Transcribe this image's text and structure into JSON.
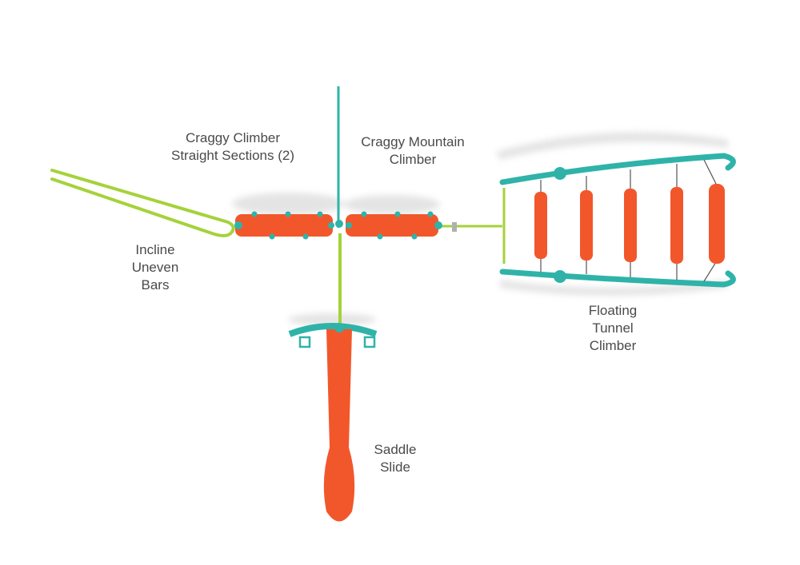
{
  "labels": {
    "craggy_climber": [
      "Craggy Climber",
      "Straight Sections (2)"
    ],
    "craggy_mountain": [
      "Craggy Mountain",
      "Climber"
    ],
    "incline_bars": [
      "Incline",
      "Uneven",
      "Bars"
    ],
    "tunnel_climber": [
      "Floating",
      "Tunnel",
      "Climber"
    ],
    "saddle_slide": [
      "Saddle",
      "Slide"
    ]
  },
  "colors": {
    "orange": "#f2572b",
    "teal": "#2fb3a9",
    "green": "#a5d23a",
    "text": "#4a4a4a"
  }
}
